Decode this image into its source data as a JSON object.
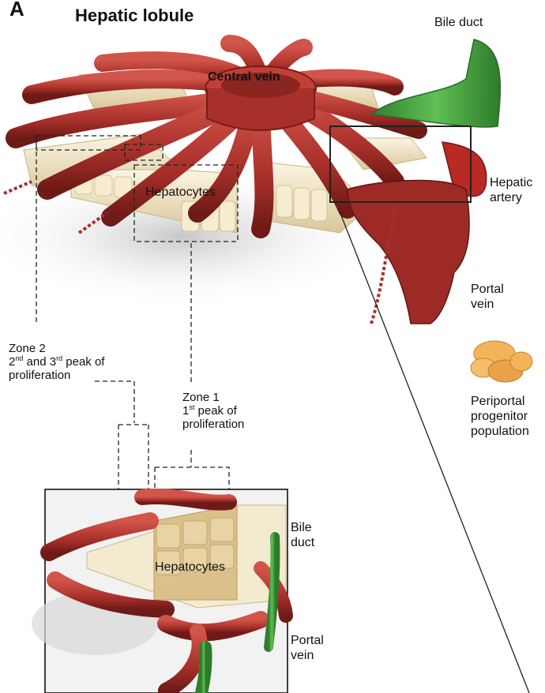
{
  "panel_letter": "A",
  "title": "Hepatic lobule",
  "labels": {
    "central_vein": "Central vein",
    "hepatocytes_top": "Hepatocytes",
    "bile_duct_top": "Bile duct",
    "hepatic_artery_l1": "Hepatic",
    "hepatic_artery_l2": "artery",
    "portal_vein_top_l1": "Portal",
    "portal_vein_top_l2": "vein",
    "periportal_l1": "Periportal",
    "periportal_l2": "progenitor",
    "periportal_l3": "population",
    "zone2_title": "Zone 2",
    "zone2_ord1_num": "2",
    "zone2_ord1_sup": "nd",
    "zone2_and": " and 3",
    "zone2_ord2_sup": "rd",
    "zone2_rest": " peak of",
    "zone2_l3": "proliferation",
    "zone1_title": "Zone 1",
    "zone1_num": "1",
    "zone1_sup": "st",
    "zone1_rest": " peak of",
    "zone1_l3": "proliferation",
    "hepatocytes_bottom": "Hepatocytes",
    "bile_duct_bottom_l1": "Bile",
    "bile_duct_bottom_l2": "duct",
    "portal_vein_bottom_l1": "Portal",
    "portal_vein_bottom_l2": "vein"
  },
  "colors": {
    "vessel_red": "#b3302a",
    "vessel_dark": "#7a1c18",
    "hepatocyte_cream": "#f1e6c4",
    "hepatocyte_tan": "#dcc08a",
    "bile_green": "#3f9a3a",
    "progenitor_orange": "#f2b35a"
  }
}
